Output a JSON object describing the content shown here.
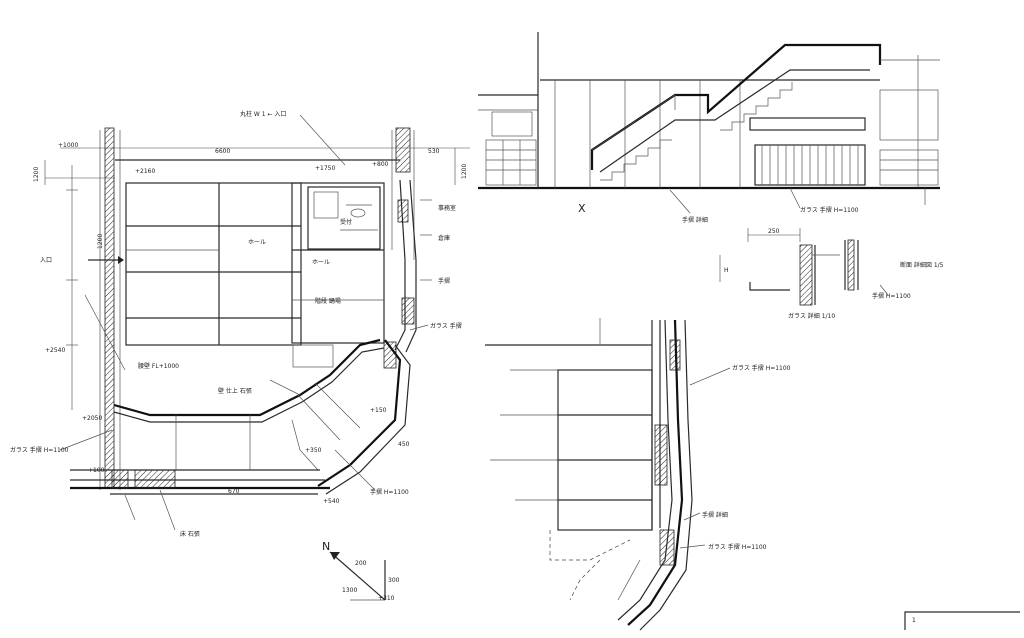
{
  "plan": {
    "dims": {
      "d_1000": "+1000",
      "d_1200": "1200",
      "d_2160": "+2160",
      "d_6600": "6600",
      "d_1750": "+1750",
      "d_800": "+800",
      "d_530": "530",
      "d_1200r": "1200",
      "d_1200l": "1200",
      "d_2540": "+2540",
      "d_2050": "+2050",
      "d_100": "+100",
      "d_150": "+150",
      "d_350": "+350",
      "d_450": "450",
      "d_540": "+540",
      "d_670": "670"
    },
    "labels": {
      "top_note": "丸柱 W  1 ← 入口",
      "left_tag": "入口",
      "room_a": "ホール",
      "room_b": "ホール",
      "room_c": "階段 踊場",
      "small_a": "受付",
      "small_b": "事務室",
      "small_c": "倉庫",
      "wall_note_left": "腰壁 FL+1000",
      "wall_note_mid": "壁 仕上 石張",
      "bottom_note": "床 石張",
      "right_note_1": "手摺",
      "right_note_2": "ガラス 手摺",
      "right_note_3": "手摺 H=1100",
      "right_note_4": "ガラス 手摺 H=1100"
    },
    "north": {
      "letter": "N",
      "a1": "200",
      "a2": "300",
      "a3": "1300",
      "a4": "+310"
    }
  },
  "elevation": {
    "x_mark": "X",
    "note_1": "手摺 詳細",
    "note_2": "ガラス 手摺 H=1100"
  },
  "detail": {
    "dim_250": "250",
    "dim_h": "H",
    "note_title": "断面 詳細図 1/5",
    "note_sub": "ガラス 詳細 1/10",
    "note_right": "手摺 H=1100"
  },
  "enlarged": {
    "note_top": "ガラス 手摺 H=1100",
    "note_mid": "手摺 詳細",
    "note_bot": "ガラス 手摺 H=1100"
  },
  "title_block": {
    "mark": "1"
  }
}
